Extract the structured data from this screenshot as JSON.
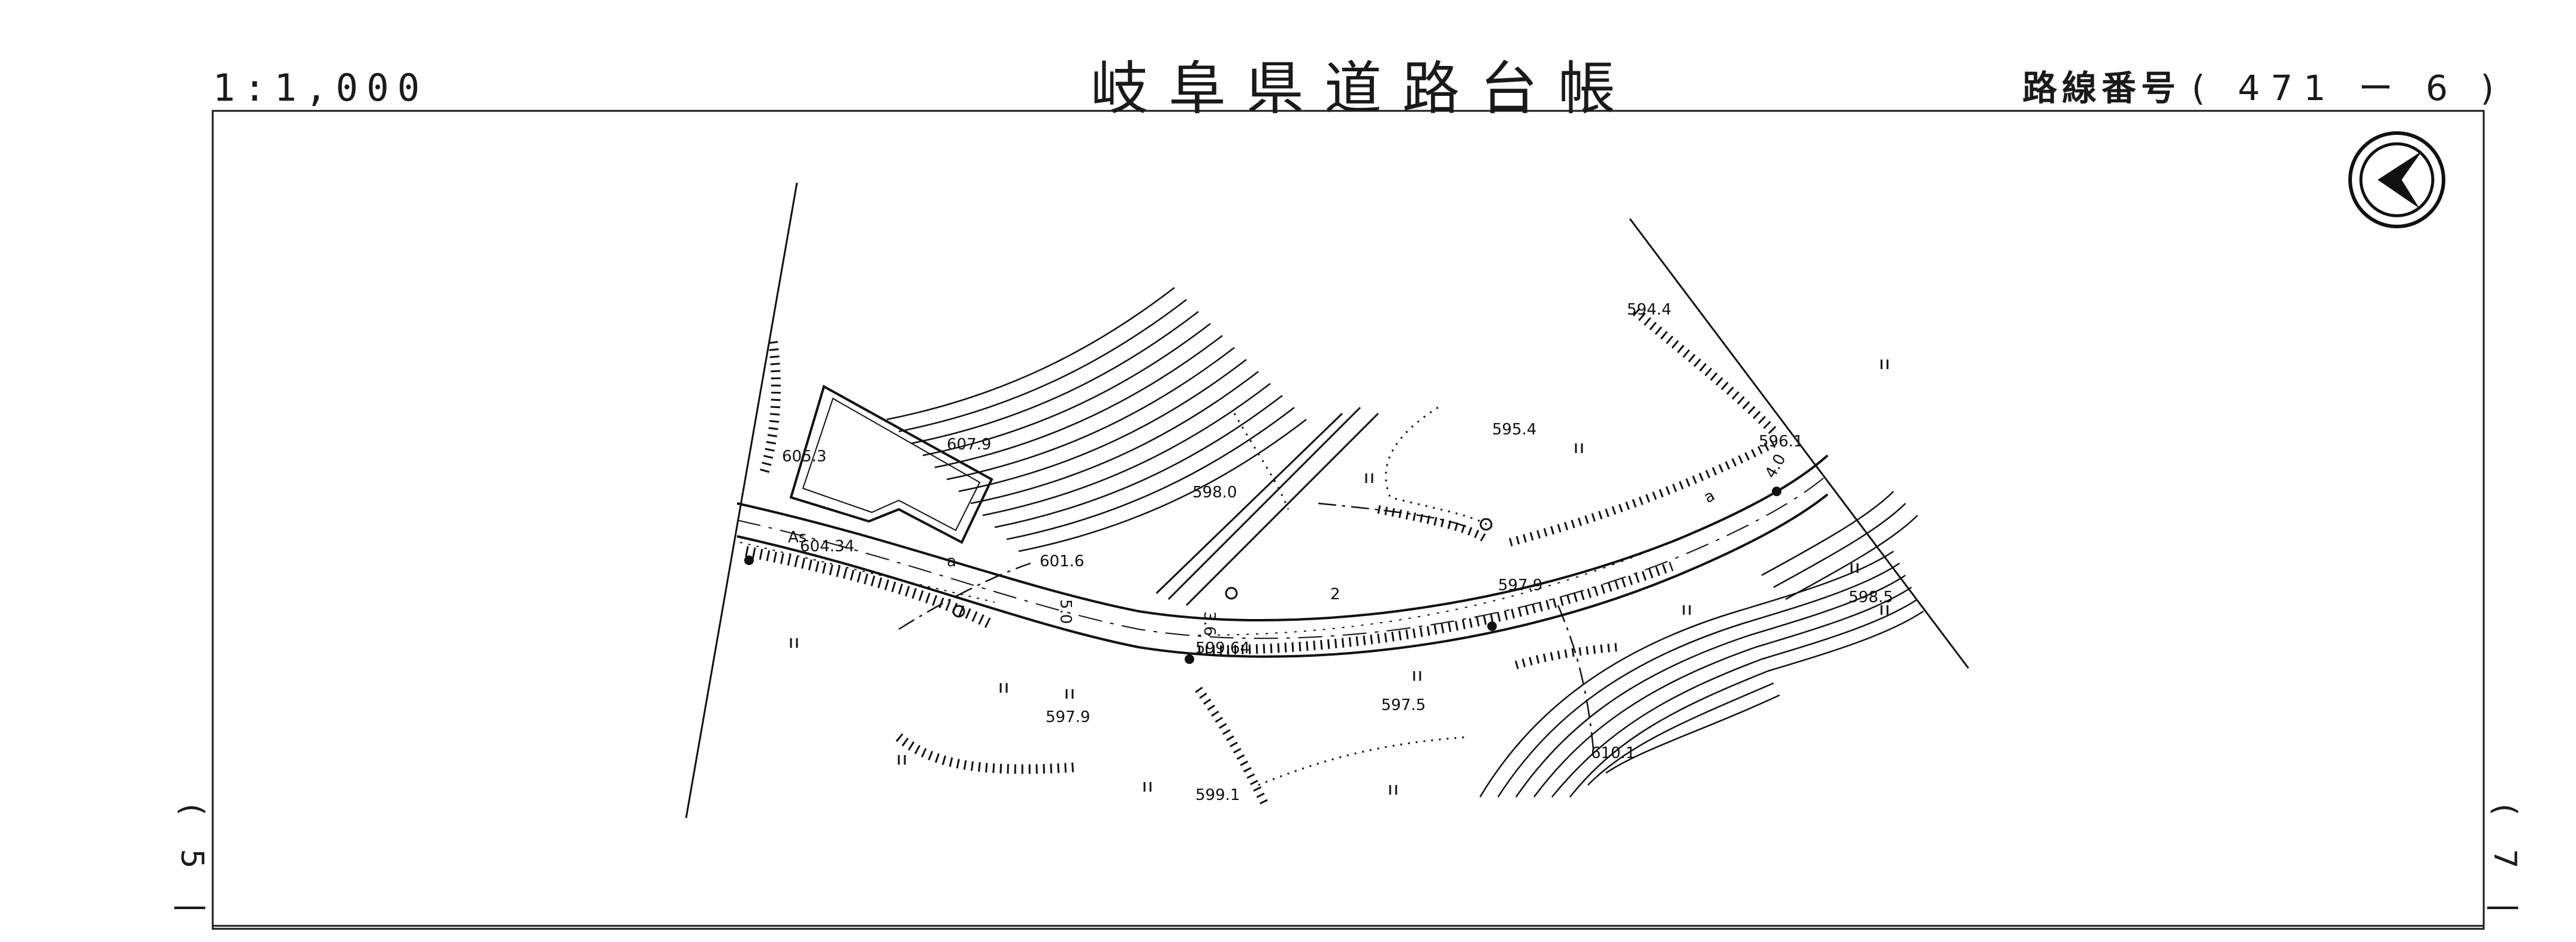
{
  "header": {
    "scale": "1:1,000",
    "title": "岐阜県道路台帳",
    "route_label": "路線番号",
    "route_number": "( 471 ー 6 )"
  },
  "page_refs": {
    "left": [
      "(",
      "5",
      "|"
    ],
    "right": [
      "(",
      "7",
      "|"
    ]
  },
  "map": {
    "north_arrow": "north-arrow-icon",
    "elevations": [
      "594.4",
      "595.4",
      "596.1",
      "598.5",
      "597.9",
      "598.0",
      "607.9",
      "605.3",
      "604.34",
      "601.6",
      "599.64",
      "597.9",
      "597.5",
      "599.1",
      "610.1"
    ],
    "road_labels": [
      "As",
      "a",
      "a",
      "5.0",
      "3.6",
      "2",
      "4.0"
    ]
  }
}
